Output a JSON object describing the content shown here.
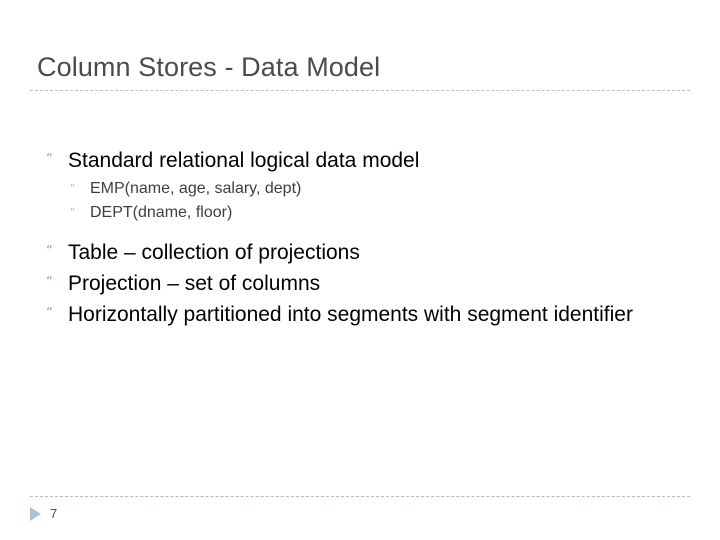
{
  "slide": {
    "title": "Column Stores - Data Model",
    "title_color": "#4a4a4f",
    "background_color": "#ffffff",
    "rule_color": "#b9c3ce",
    "bullet_color": "#8ea0b5",
    "footer_marker_color": "#b0c0d2"
  },
  "content": {
    "group1": {
      "bullet_marker": "“",
      "text": "Standard relational logical data model",
      "sub_bullets": [
        {
          "bullet_marker": "“",
          "text": "EMP(name, age, salary, dept)"
        },
        {
          "bullet_marker": "“",
          "text": "DEPT(dname, floor)"
        }
      ]
    },
    "group2": [
      {
        "bullet_marker": "“",
        "text": "Table – collection of projections"
      },
      {
        "bullet_marker": "“",
        "text": "Projection – set of columns"
      },
      {
        "bullet_marker": "“",
        "text": "Horizontally partitioned into segments with segment identifier"
      }
    ]
  },
  "footer": {
    "marker_icon": "play-triangle-icon",
    "page_number": "7"
  }
}
